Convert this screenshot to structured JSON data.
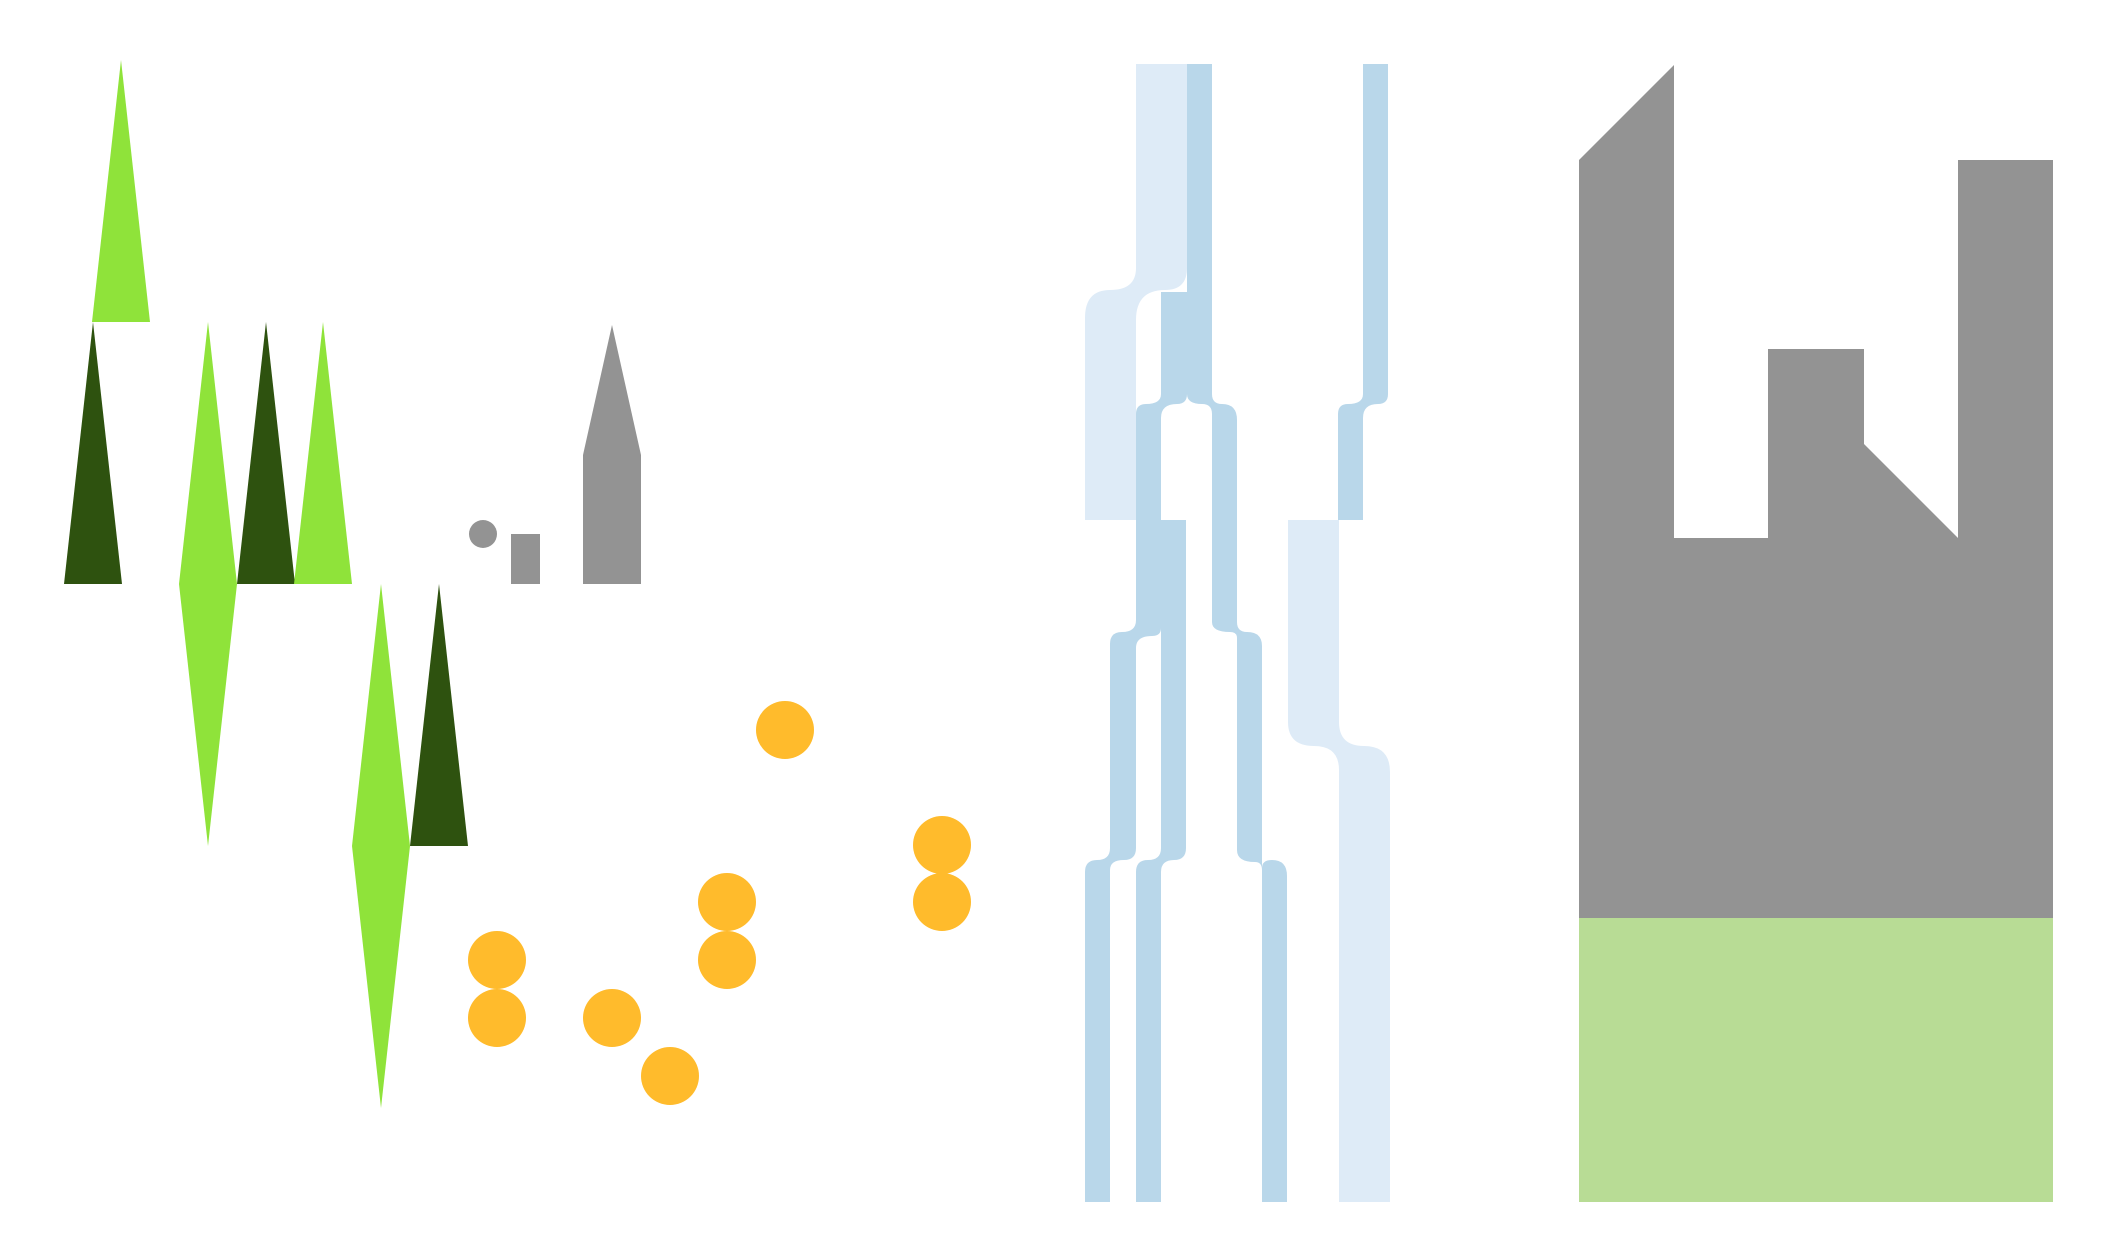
{
  "palette": {
    "background": "#ffffff",
    "tree_light": "#8fe33a",
    "tree_dark": "#2e520f",
    "gray": "#939393",
    "gold": "#ffbb2c",
    "water_mid": "#b9d7ea",
    "water_pale": "#deebf7",
    "grass": "#b8dc95"
  },
  "elements": {
    "forest": "trees",
    "hamlet": "house-shapes",
    "coins": "circle-markers",
    "streams": "water-channels",
    "castle": "building-silhouette",
    "meadow": "grass-patch"
  }
}
